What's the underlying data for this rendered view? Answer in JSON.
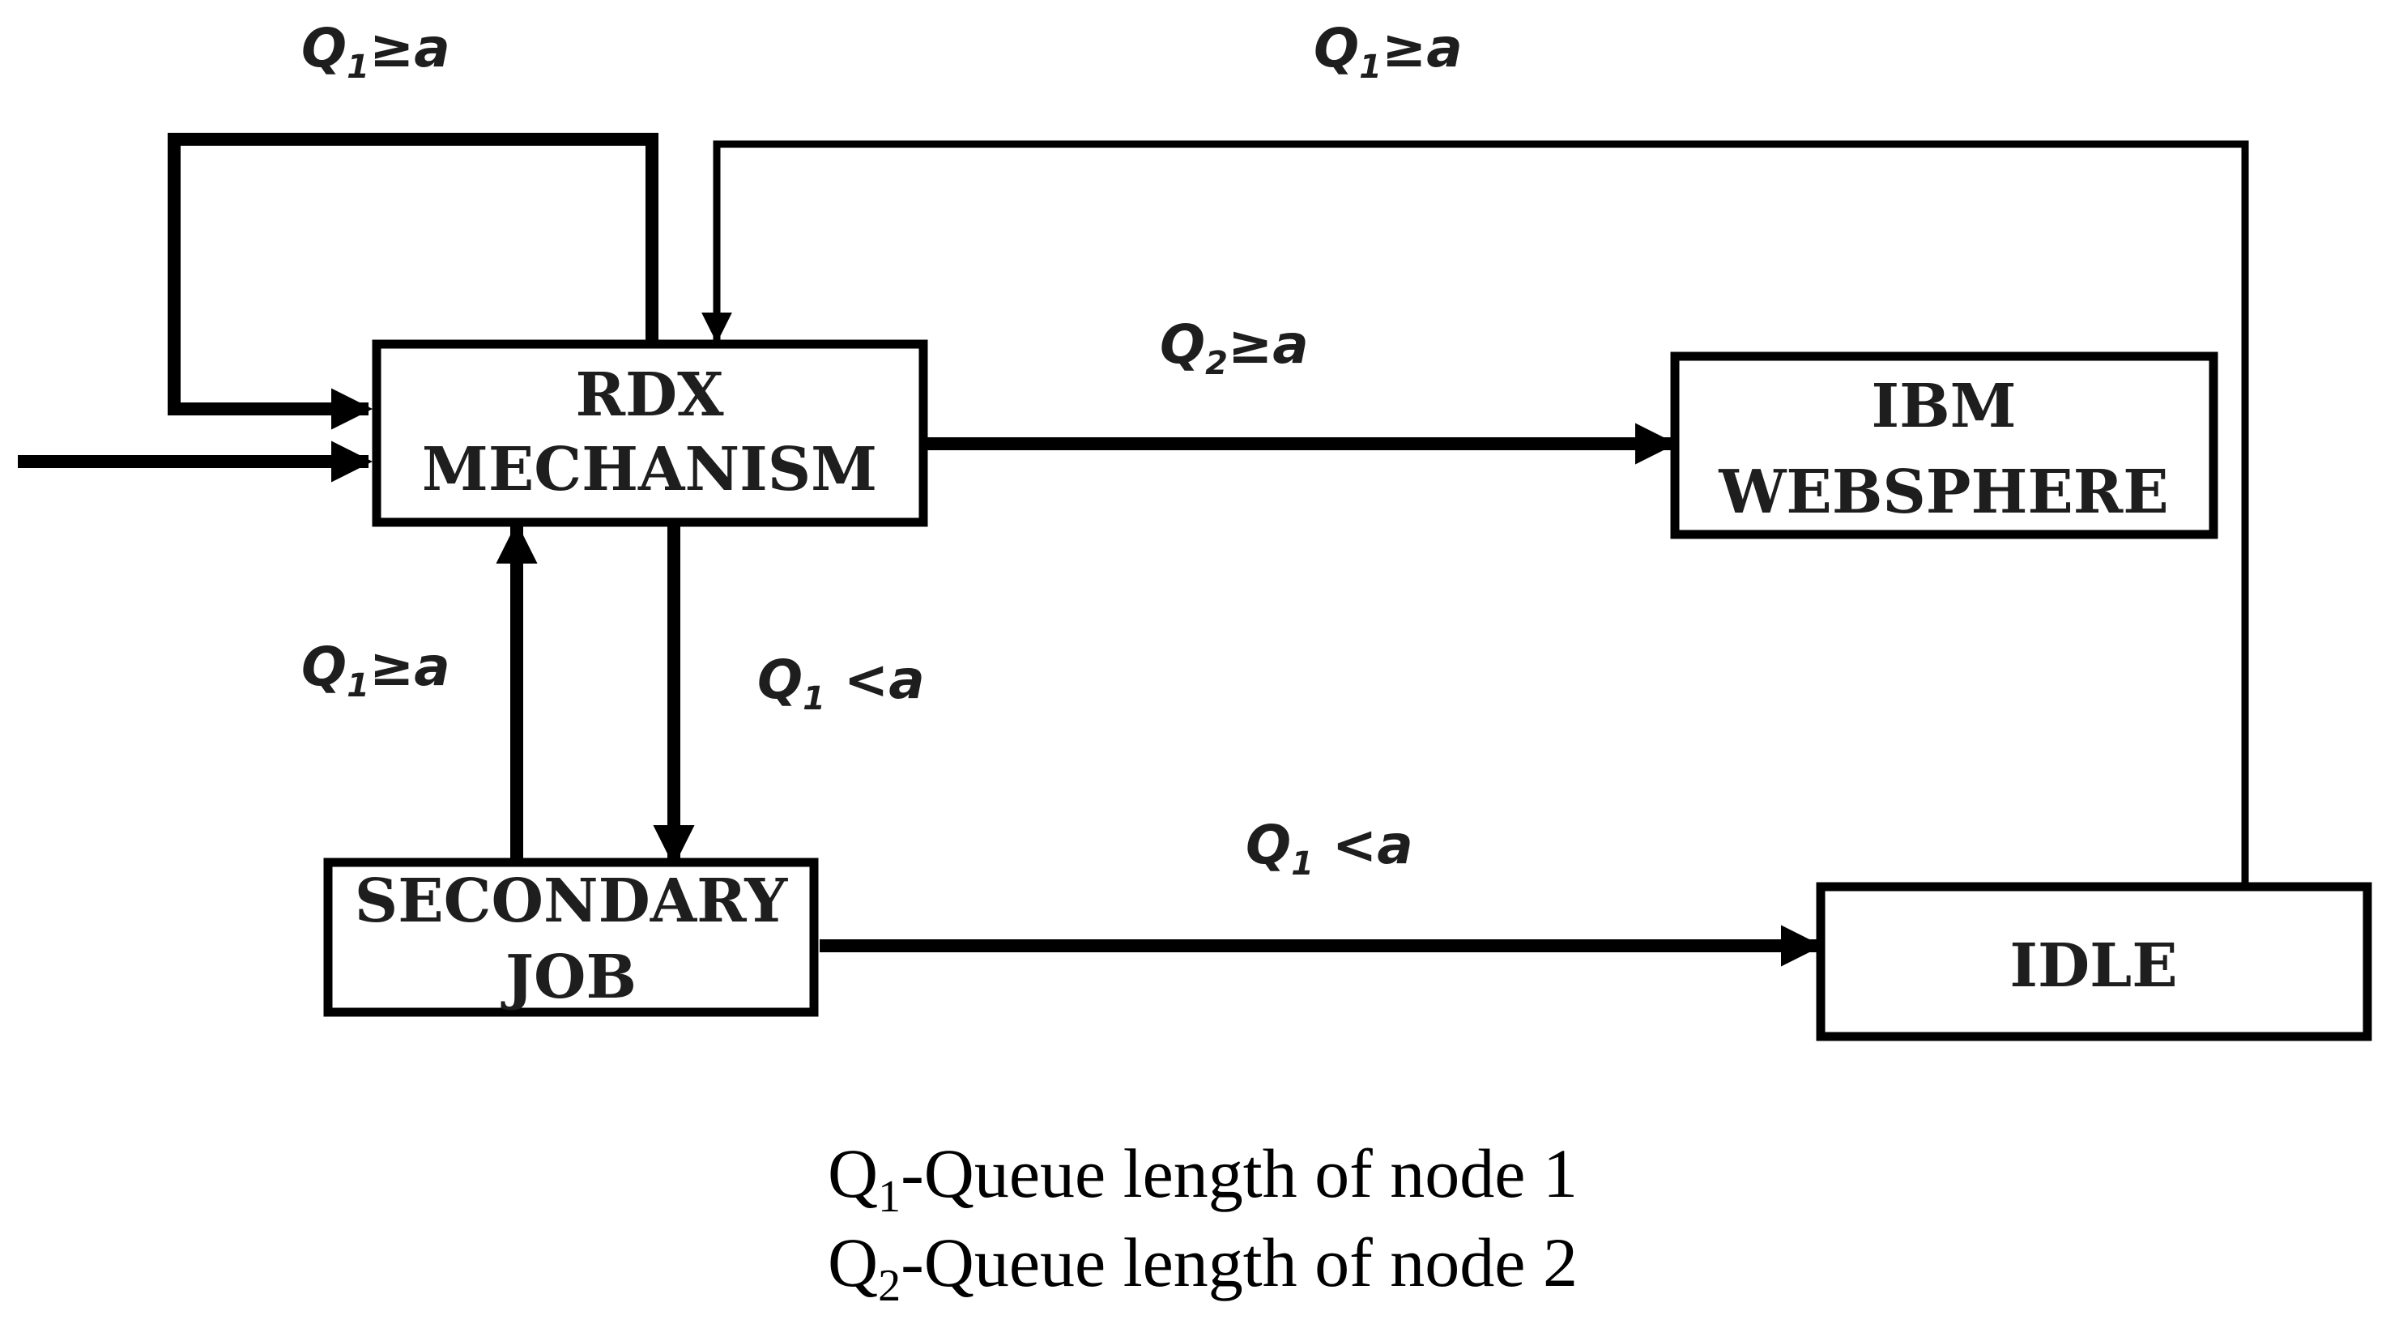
{
  "nodes": {
    "rdx": {
      "line1": "RDX",
      "line2": "MECHANISM"
    },
    "ibm": {
      "line1": "IBM",
      "line2": "WEBSPHERE"
    },
    "secondary": {
      "line1": "SECONDARY",
      "line2": "JOB"
    },
    "idle": {
      "line1": "IDLE"
    }
  },
  "edges": {
    "rdx_self_loop": {
      "base": "Q",
      "sub": "1",
      "rest": "≥a"
    },
    "idle_to_rdx": {
      "base": "Q",
      "sub": "1",
      "rest": "≥a"
    },
    "rdx_to_ibm": {
      "base": "Q",
      "sub": "2",
      "rest": "≥a"
    },
    "secondary_to_rdx": {
      "base": "Q",
      "sub": "1",
      "rest": "≥a"
    },
    "rdx_to_secondary": {
      "base": "Q",
      "sub": "1",
      "rest": " <a"
    },
    "secondary_to_idle": {
      "base": "Q",
      "sub": "1",
      "rest": " <a"
    }
  },
  "legend": [
    {
      "base": "Q",
      "sub": "1",
      "text": "-Queue length of node 1"
    },
    {
      "base": "Q",
      "sub": "2",
      "text": "-Queue length of node 2"
    }
  ]
}
